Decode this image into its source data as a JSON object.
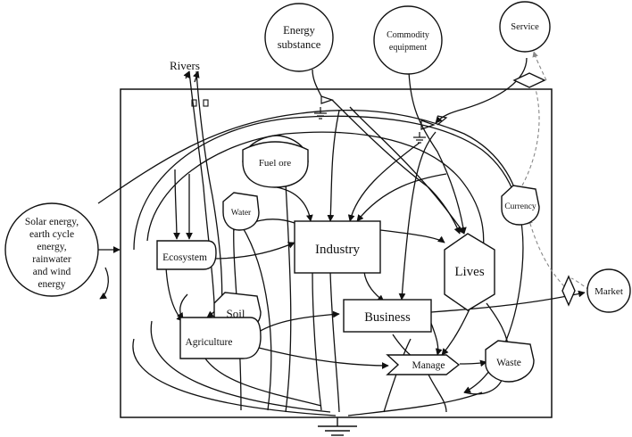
{
  "nodes": {
    "energy_substance": [
      "Energy",
      "substance"
    ],
    "commodity_equipment": [
      "Commodity",
      "equipment"
    ],
    "service": "Service",
    "rivers": "Rivers",
    "fuel_ore": "Fuel ore",
    "water": "Water",
    "ecosystem": "Ecosystem",
    "industry": "Industry",
    "lives": "Lives",
    "currency": "Currency",
    "soil": "Soil",
    "business": "Business",
    "agriculture": "Agriculture",
    "manage": "Manage",
    "waste": "Waste",
    "market": "Market",
    "solar": [
      "Solar energy,",
      "earth cycle",
      "energy,",
      "rainwater",
      "and wind",
      "energy"
    ]
  },
  "colors": {
    "line": "#111111",
    "dashed": "#888888",
    "background": "#ffffff"
  }
}
